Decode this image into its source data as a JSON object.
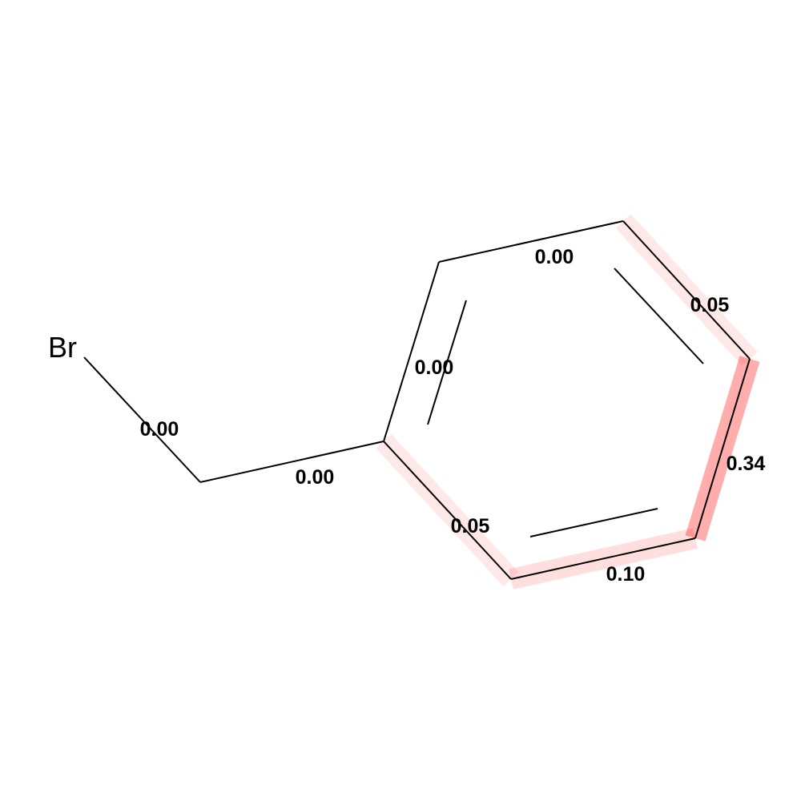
{
  "molecule": {
    "atoms": {
      "br": "Br"
    },
    "bonds": [
      {
        "id": "br-ch2",
        "label": "0.00",
        "weight": 0.0
      },
      {
        "id": "ch2-c1",
        "label": "0.00",
        "weight": 0.0
      },
      {
        "id": "c1-c2",
        "label": "0.00",
        "weight": 0.0
      },
      {
        "id": "c2-c3",
        "label": "0.00",
        "weight": 0.0
      },
      {
        "id": "c3-c4",
        "label": "0.05",
        "weight": 0.05
      },
      {
        "id": "c4-c5",
        "label": "0.34",
        "weight": 0.34
      },
      {
        "id": "c5-c6",
        "label": "0.10",
        "weight": 0.1
      },
      {
        "id": "c6-c1",
        "label": "0.05",
        "weight": 0.05
      }
    ],
    "highlight_color": "#ff0000"
  }
}
